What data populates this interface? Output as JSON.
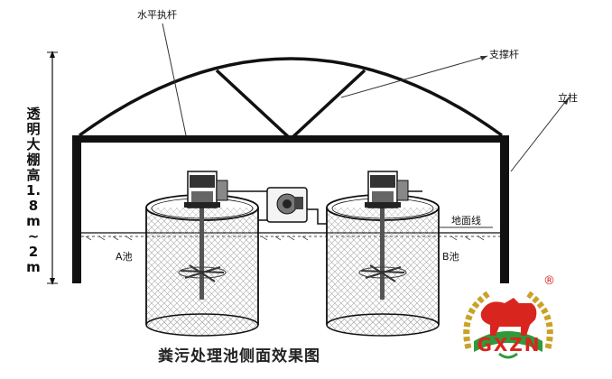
{
  "labels": {
    "horizontal_rod": "水平执杆",
    "support_rod": "支撑杆",
    "column": "立柱",
    "ground_line": "地面线",
    "pool_a": "A池",
    "pool_b": "B池",
    "greenhouse_height": "透明大棚高1.8m~2m"
  },
  "caption": "粪污处理池侧面效果图",
  "logo": {
    "text": "GXZN",
    "registered": "®",
    "colors": {
      "red": "#d8261f",
      "green": "#2e9a3a",
      "gold": "#c9a227"
    }
  },
  "colors": {
    "line": "#111111",
    "mesh": "#9a9a9a"
  }
}
